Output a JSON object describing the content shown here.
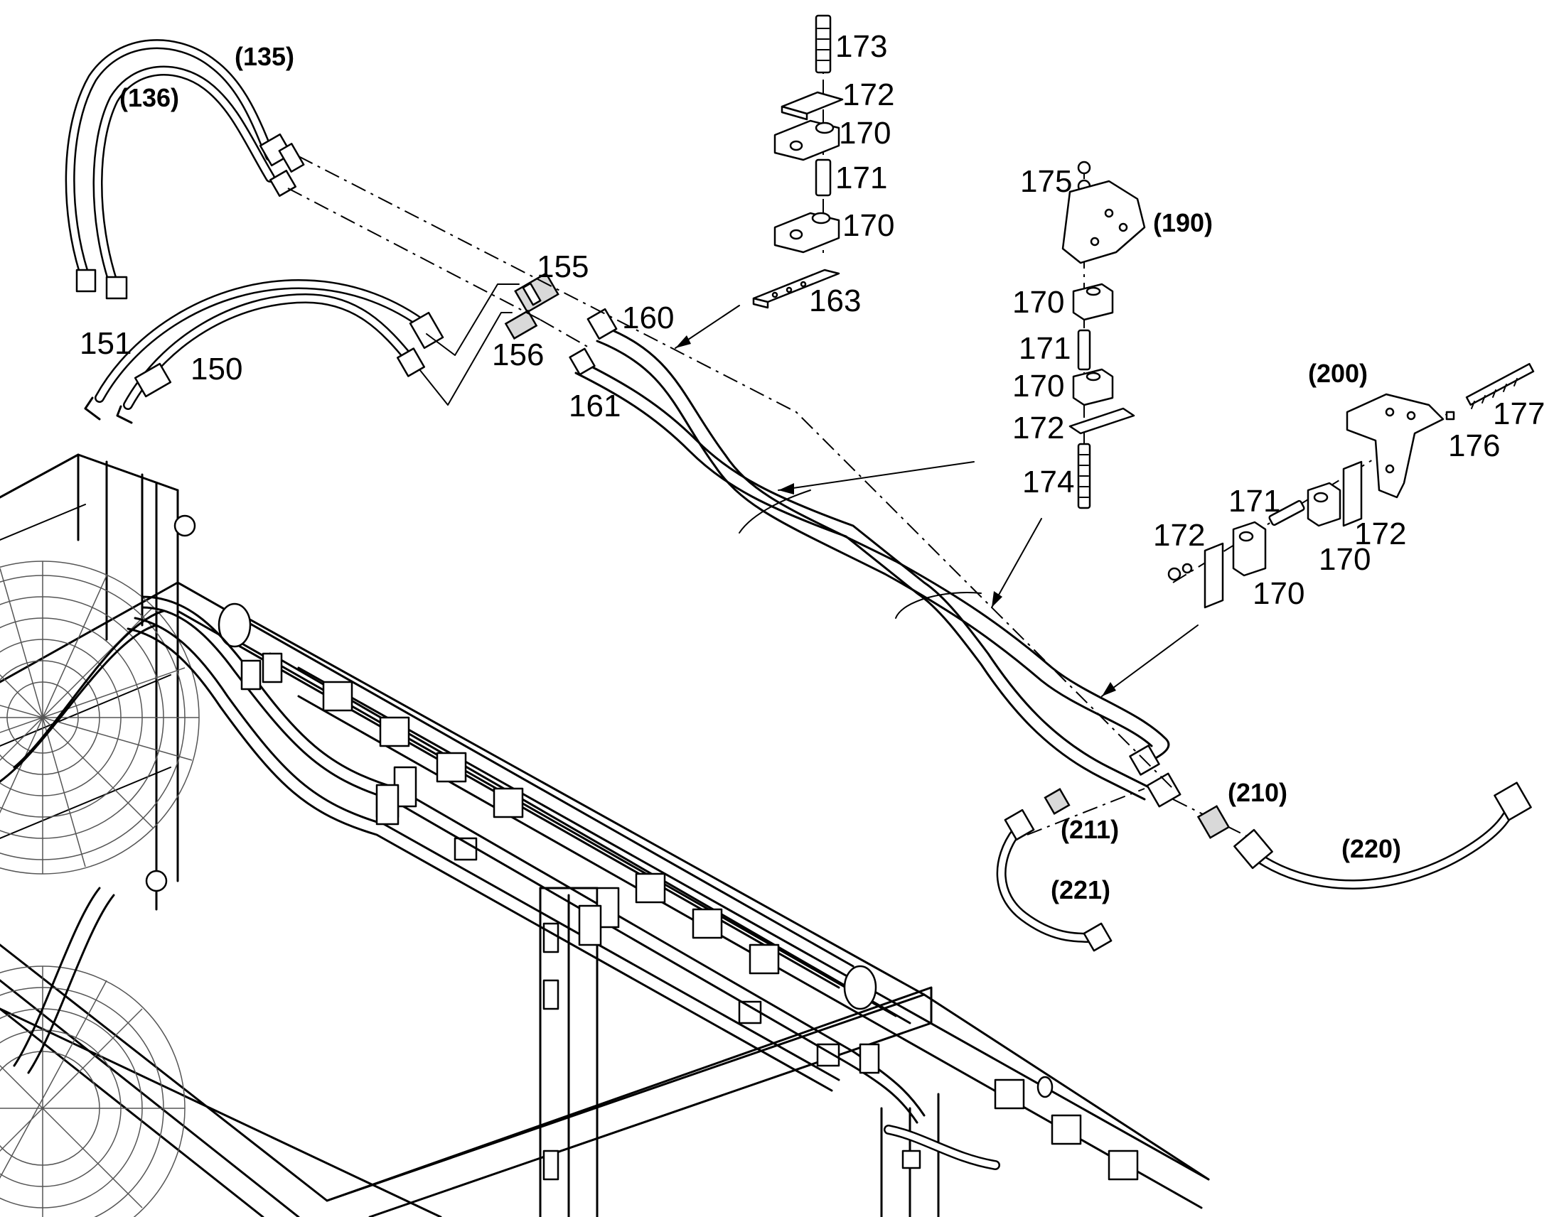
{
  "labels": {
    "l135": "(135)",
    "l136": "(136)",
    "l150": "150",
    "l151": "151",
    "l155": "155",
    "l156": "156",
    "l160": "160",
    "l161": "161",
    "l163": "163",
    "l170a": "170",
    "l170b": "170",
    "l170c": "170",
    "l170d": "170",
    "l170e": "170",
    "l170f": "170",
    "l171a": "171",
    "l171b": "171",
    "l171c": "171",
    "l172a": "172",
    "l172b": "172",
    "l172c": "172",
    "l172d": "172",
    "l173": "173",
    "l174": "174",
    "l175": "175",
    "l176": "176",
    "l177": "177",
    "l190": "(190)",
    "l200": "(200)",
    "l210": "(210)",
    "l211": "(211)",
    "l220": "(220)",
    "l221": "(221)"
  }
}
